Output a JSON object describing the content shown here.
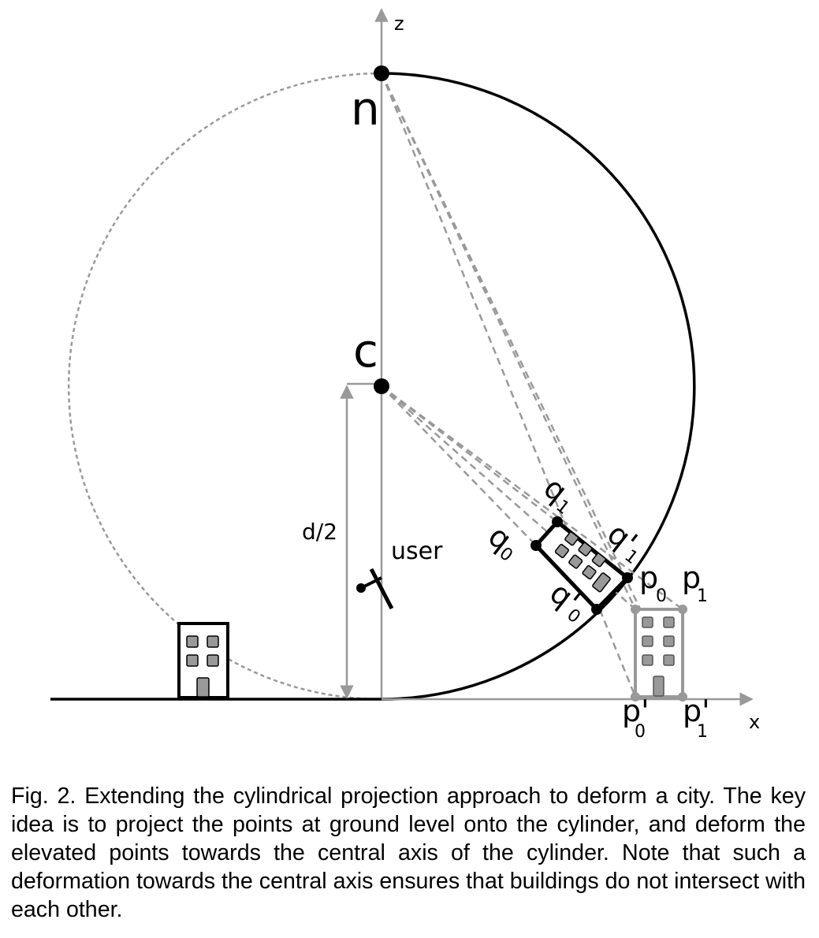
{
  "diagram": {
    "labels": {
      "z_axis": "z",
      "x_axis": "x",
      "n": "n",
      "c": "c",
      "d_half": "d/2",
      "user": "user",
      "q0": "q",
      "q0_sub": "0",
      "q1": "q",
      "q1_sub": "1",
      "q0_prime": "q'",
      "q0_prime_sub": "0",
      "q1_prime": "q'",
      "q1_prime_sub": "1",
      "p0": "p",
      "p0_sub": "0",
      "p1": "p",
      "p1_sub": "1",
      "p0_prime": "p'",
      "p0_prime_sub": "0",
      "p1_prime": "p'",
      "p1_prime_sub": "1"
    },
    "colors": {
      "primary": "#000000",
      "secondary": "#999999",
      "building_fill": "#ffffff",
      "window_fill": "#999999"
    }
  },
  "caption": "Fig. 2. Extending the cylindrical projection approach to deform a city. The key idea is to project the points at ground level onto the cylinder, and deform the elevated points towards the central axis of the cylinder. Note that such a deformation towards the central axis ensures that buildings do not intersect with each other."
}
